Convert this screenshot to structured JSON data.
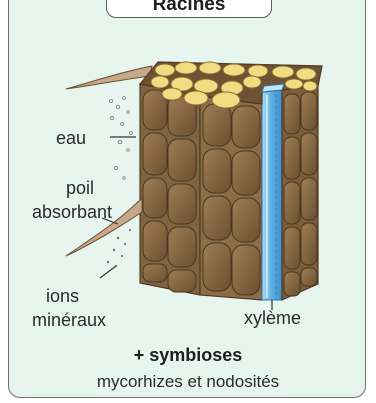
{
  "header": {
    "title": "Racines"
  },
  "labels": {
    "eau": "eau",
    "poil": "poil",
    "absorbant": "absorbant",
    "ions": "ions",
    "mineraux": "minéraux",
    "xyleme": "xylème"
  },
  "caption": {
    "title": "+ symbioses",
    "text": "mycorhizes et nodosités"
  },
  "colors": {
    "background": "#e7f5ef",
    "cell": "#8a6a44",
    "cell_top": "#f2dc83",
    "xylem": "#6bb5e3"
  }
}
